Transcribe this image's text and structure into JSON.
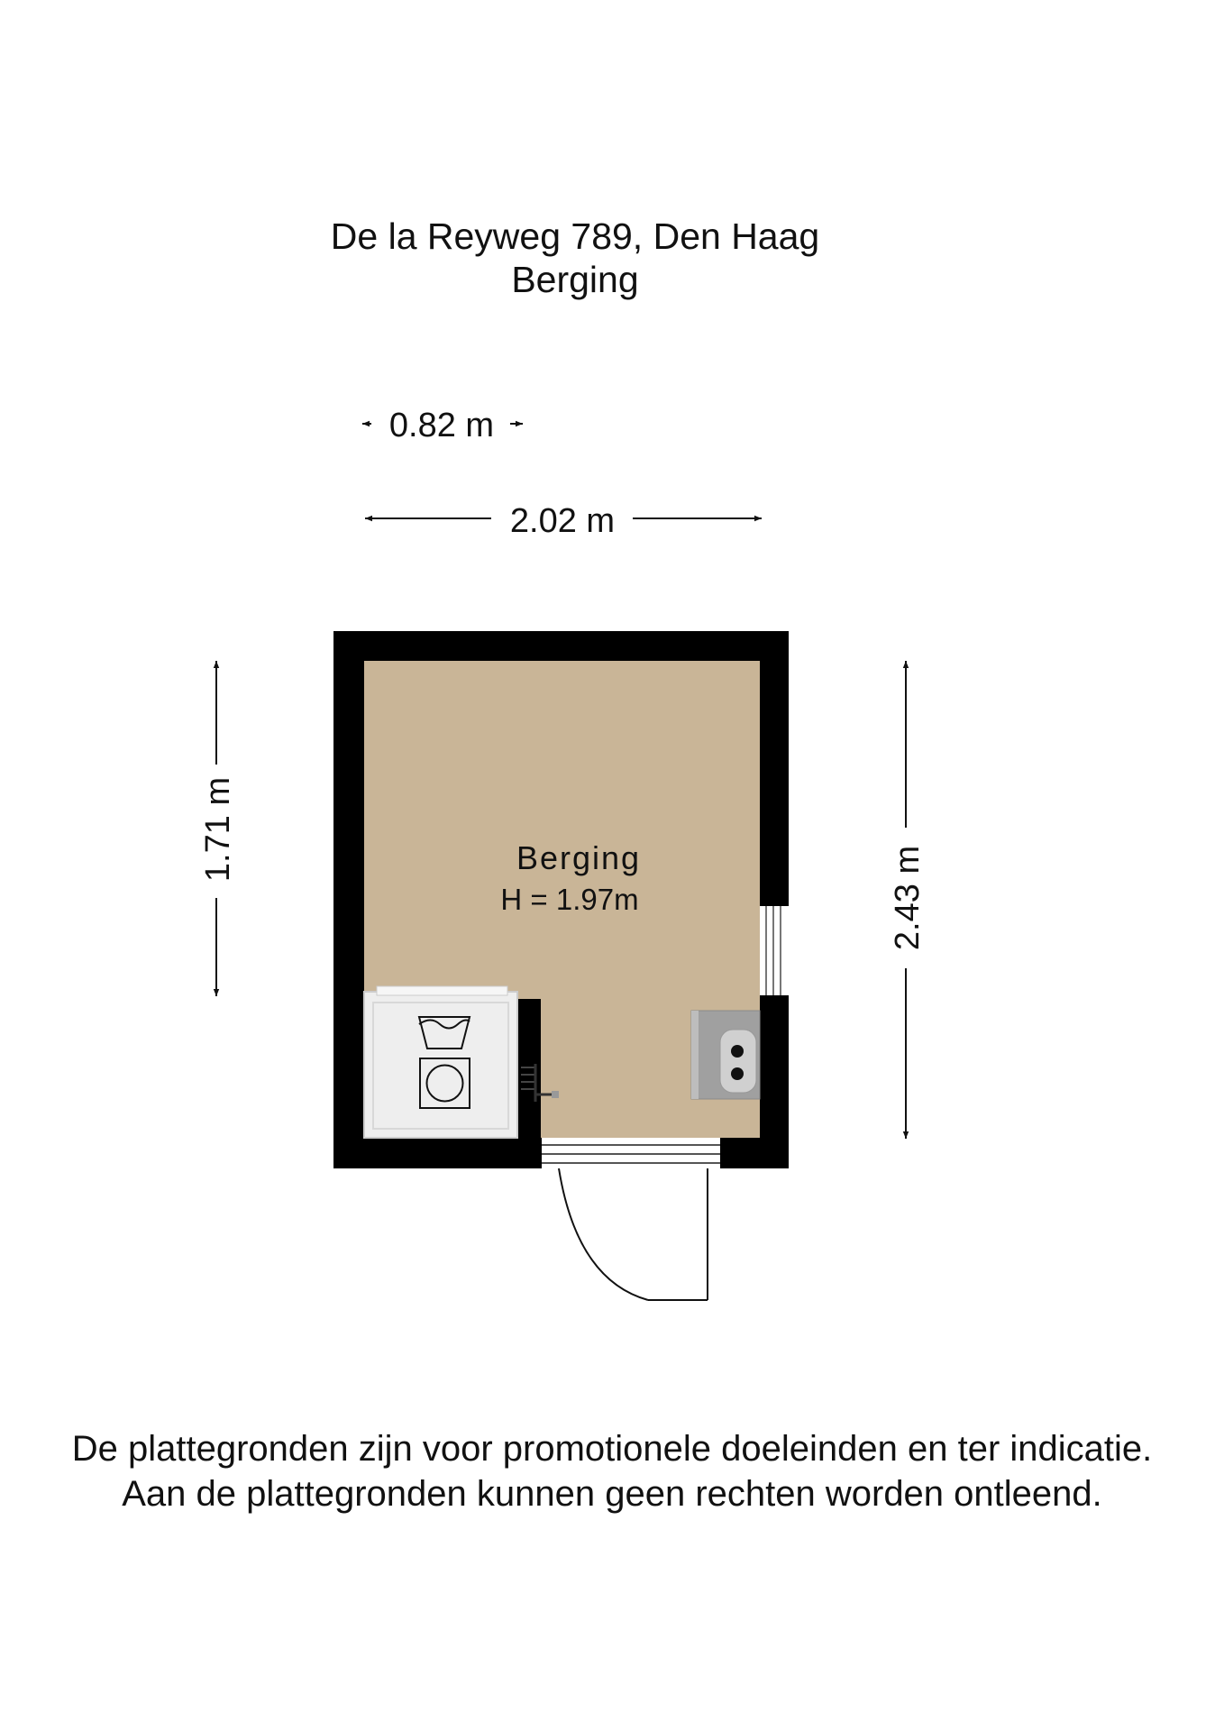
{
  "header": {
    "address": "De la Reyweg 789, Den Haag",
    "subtitle": "Berging"
  },
  "room": {
    "name": "Berging",
    "height": "H = 1.97m"
  },
  "dimensions": {
    "top_small": "0.82 m",
    "top_large": "2.02 m",
    "left": "1.71 m",
    "right": "2.43 m"
  },
  "colors": {
    "floor": "#c9b597",
    "wall": "#000000",
    "appliance": "#eeeeee"
  },
  "icons": [
    "washing-machine-icon",
    "sink-icon",
    "door-icon",
    "window-icon"
  ],
  "footer": {
    "line1": "De plattegronden zijn voor promotionele doeleinden en ter indicatie.",
    "line2": "Aan de plattegronden kunnen geen rechten worden ontleend."
  }
}
